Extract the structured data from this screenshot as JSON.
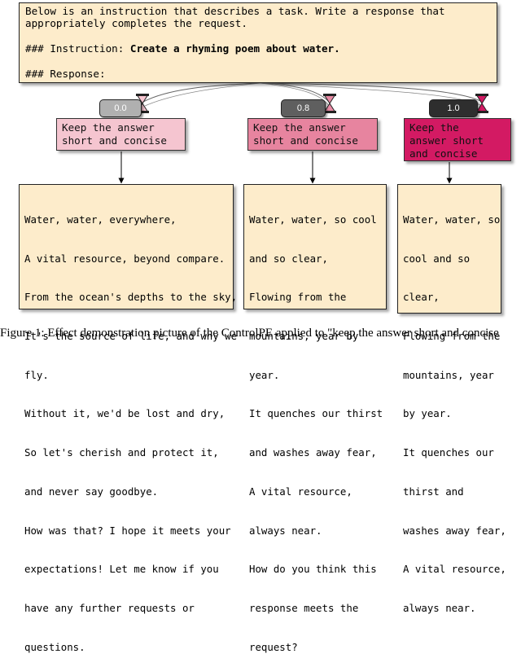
{
  "prompt": {
    "line1": "Below is an instruction that describes a task. Write a response that",
    "line2": "appropriately completes the request.",
    "instruction_prefix": "### Instruction: ",
    "instruction_text": "Create a rhyming poem about water.",
    "response_label": "### Response:"
  },
  "branches": [
    {
      "weight": "0.0",
      "instruction": [
        "Keep the answer",
        "short and concise"
      ],
      "response": [
        "Water, water, everywhere,",
        "A vital resource, beyond compare.",
        "From the ocean's depths to the sky,",
        "It's the source of life, and why we",
        "fly.",
        "Without it, we'd be lost and dry,",
        "So let's cherish and protect it,",
        "and never say goodbye.",
        "How was that? I hope it meets your",
        "expectations! Let me know if you",
        "have any further requests or",
        "questions."
      ]
    },
    {
      "weight": "0.8",
      "instruction": [
        "Keep the answer",
        "short and concise"
      ],
      "response": [
        "Water, water, so cool",
        "and so clear,",
        "Flowing from the",
        "mountains, year by",
        "year.",
        "It quenches our thirst",
        "and washes away fear,",
        "A vital resource,",
        "always near.",
        "How do you think this",
        "response meets the",
        "request?"
      ]
    },
    {
      "weight": "1.0",
      "instruction": [
        "Keep the",
        "answer short",
        "and concise"
      ],
      "response": [
        "Water, water, so",
        "cool and so",
        "clear,",
        "Flowing from the",
        "mountains, year",
        "by year.",
        "It quenches our",
        "thirst and",
        "washes away fear,",
        "A vital resource,",
        "always near."
      ]
    }
  ],
  "caption": "Figure 1: Effect demonstration picture of the ControlPE applied to \"keep the answer short and concise"
}
